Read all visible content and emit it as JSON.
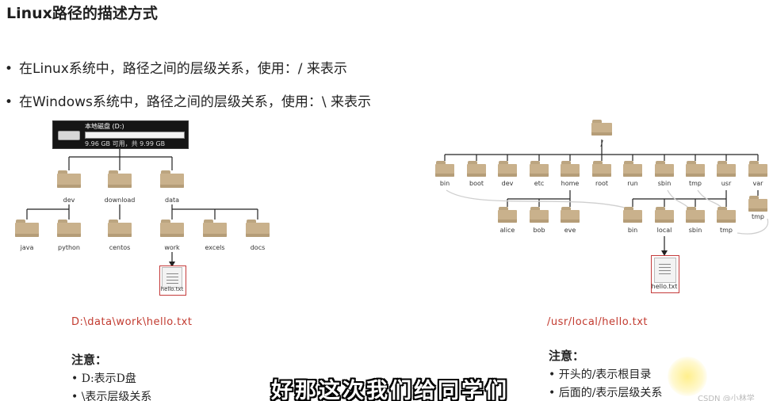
{
  "title": "Linux路径的描述方式",
  "bullets": [
    {
      "symbol": "•",
      "text": "在Linux系统中，路径之间的层级关系，使用：/ 来表示"
    },
    {
      "symbol": "•",
      "text": "在Windows系统中，路径之间的层级关系，使用：\\ 来表示"
    }
  ],
  "windows": {
    "drive_name": "本地磁盘 (D:)",
    "drive_space": "9.96 GB 可用，共 9.99 GB",
    "level1": [
      "dev",
      "download",
      "data"
    ],
    "dev_children": [
      "java",
      "python"
    ],
    "download_children": [
      "centos"
    ],
    "data_children": [
      "work",
      "excels",
      "docs"
    ],
    "file": "hello.txt",
    "path": "D:\\data\\work\\hello.txt",
    "note_title": "注意：",
    "notes": [
      "D:表示D盘",
      "\\表示层级关系"
    ],
    "note_bullet": "•"
  },
  "linux": {
    "root_label": "/",
    "level1": [
      "bin",
      "boot",
      "dev",
      "etc",
      "home",
      "root",
      "run",
      "sbin",
      "tmp",
      "usr",
      "var"
    ],
    "home_children": [
      "alice",
      "bob",
      "eve"
    ],
    "usr_children": [
      "bin",
      "local",
      "sbin",
      "tmp"
    ],
    "var_children": [
      "tmp"
    ],
    "file": "hello.txt",
    "path": "/usr/local/hello.txt",
    "note_title": "注意：",
    "notes": [
      "开头的/表示根目录",
      "后面的/表示层级关系"
    ],
    "note_bullet": "•"
  },
  "subtitle": "好那这次我们给同学们",
  "watermark": "CSDN @小林学",
  "colors": {
    "path_red": "#c23a2f",
    "folder": "#c9b18c"
  }
}
